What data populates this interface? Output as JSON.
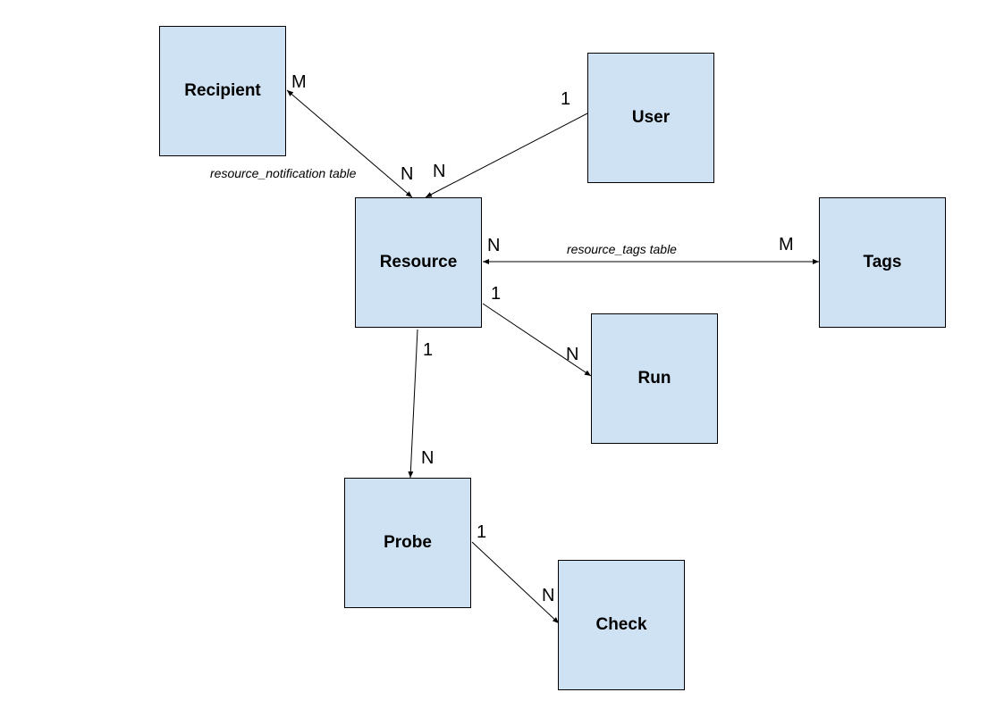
{
  "entities": {
    "recipient": "Recipient",
    "user": "User",
    "resource": "Resource",
    "tags": "Tags",
    "run": "Run",
    "probe": "Probe",
    "check": "Check"
  },
  "relations": {
    "recipient_resource": {
      "table": "resource_notification table",
      "recipient_card": "M",
      "resource_card": "N"
    },
    "user_resource": {
      "user_card": "1",
      "resource_card": "N"
    },
    "resource_tags": {
      "table": "resource_tags table",
      "resource_card": "N",
      "tags_card": "M"
    },
    "resource_run": {
      "resource_card": "1",
      "run_card": "N"
    },
    "resource_probe": {
      "resource_card": "1",
      "probe_card": "N"
    },
    "probe_check": {
      "probe_card": "1",
      "check_card": "N"
    }
  },
  "colors": {
    "entity_fill": "#cfe2f3",
    "stroke": "#000000"
  }
}
